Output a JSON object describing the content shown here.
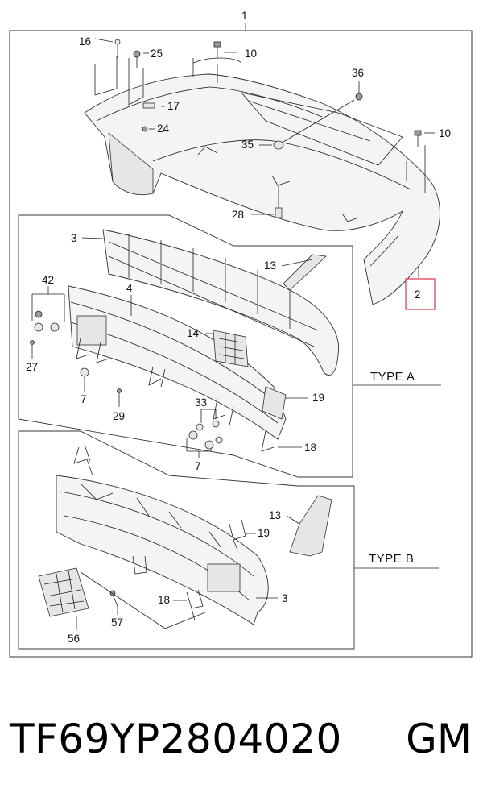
{
  "diagram": {
    "assembly_number": "1",
    "type_a_label": "TYPE A",
    "type_b_label": "TYPE B",
    "highlight_color": "#d9435a",
    "callouts_top": [
      "16",
      "25",
      "10",
      "36",
      "17",
      "24",
      "35",
      "10",
      "28"
    ],
    "highlighted_callout": "2",
    "callouts_type_a": [
      "3",
      "13",
      "42",
      "4",
      "14",
      "27",
      "7",
      "29",
      "33",
      "19",
      "18",
      "7"
    ],
    "callouts_type_b": [
      "13",
      "19",
      "18",
      "3",
      "57",
      "56"
    ]
  },
  "footer": {
    "part_code": "TF69YP2804020",
    "brand": "GM"
  }
}
